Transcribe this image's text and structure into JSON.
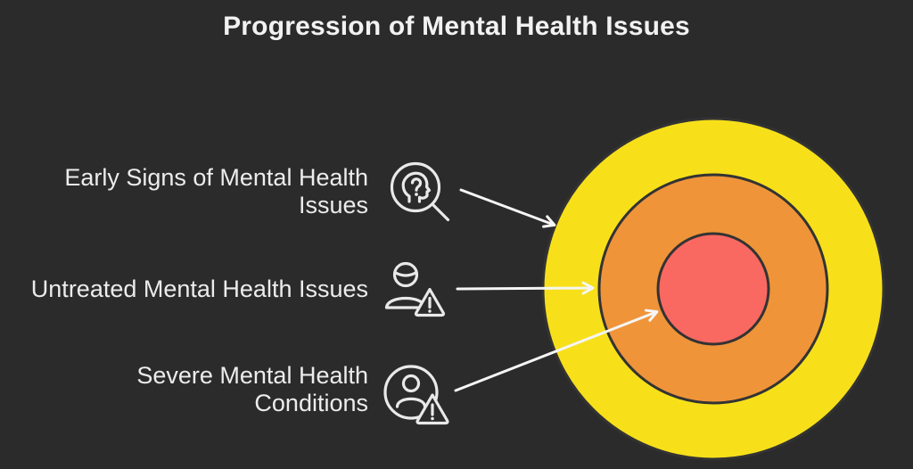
{
  "title": "Progression of Mental Health Issues",
  "theme": {
    "background": "#2b2b2b",
    "text_color": "#ececec",
    "arrow_color": "#f5f5f5",
    "ring_outline_color": "#333333",
    "icon_color": "#e9e9e9"
  },
  "stages": [
    {
      "label": "Early Signs of Mental Health Issues",
      "icon": "head-question-magnifier-icon",
      "ring": "outer",
      "ring_color": "#f7e01a"
    },
    {
      "label": "Untreated Mental Health Issues",
      "icon": "person-warning-icon",
      "ring": "middle",
      "ring_color": "#ef9439"
    },
    {
      "label": "Severe Mental Health Conditions",
      "icon": "person-circle-warning-icon",
      "ring": "inner",
      "ring_color": "#f96961"
    }
  ]
}
